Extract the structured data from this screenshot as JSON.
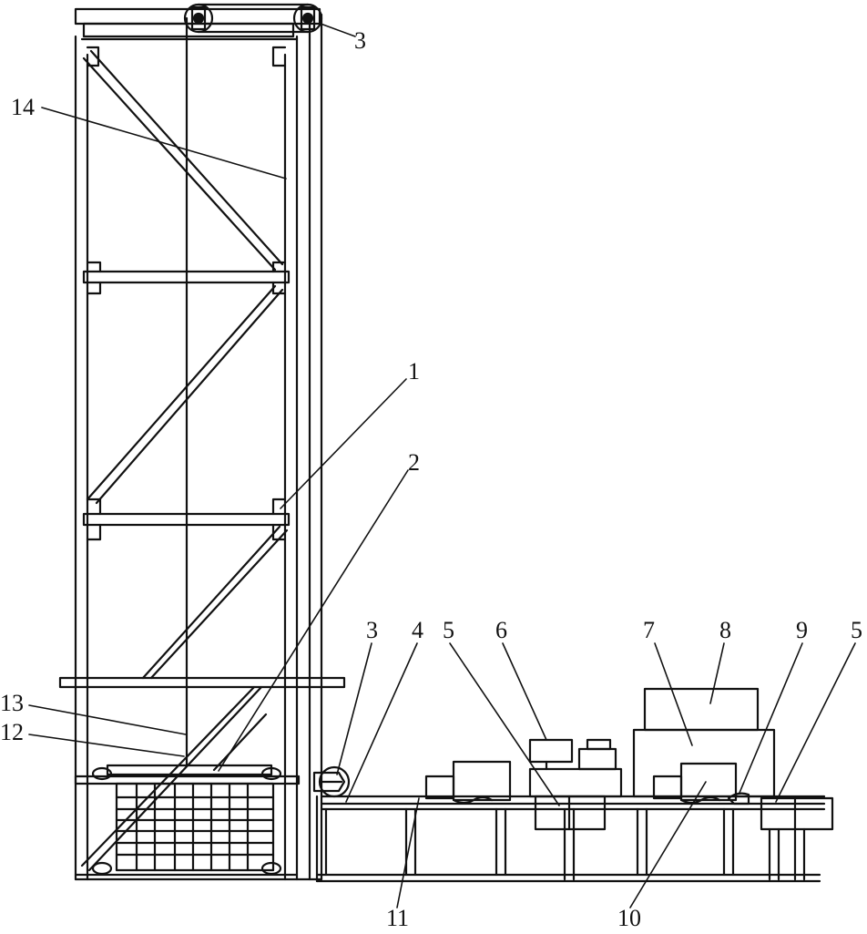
{
  "colors": {
    "ink": "#111111",
    "background": "#ffffff"
  },
  "callouts": {
    "c1": "1",
    "c2": "2",
    "c3_top": "3",
    "c3_bottom": "3",
    "c4": "4",
    "c5_left": "5",
    "c5_right": "5",
    "c6": "6",
    "c7": "7",
    "c8": "8",
    "c9": "9",
    "c10": "10",
    "c11": "11",
    "c12": "12",
    "c13": "13",
    "c14": "14"
  }
}
